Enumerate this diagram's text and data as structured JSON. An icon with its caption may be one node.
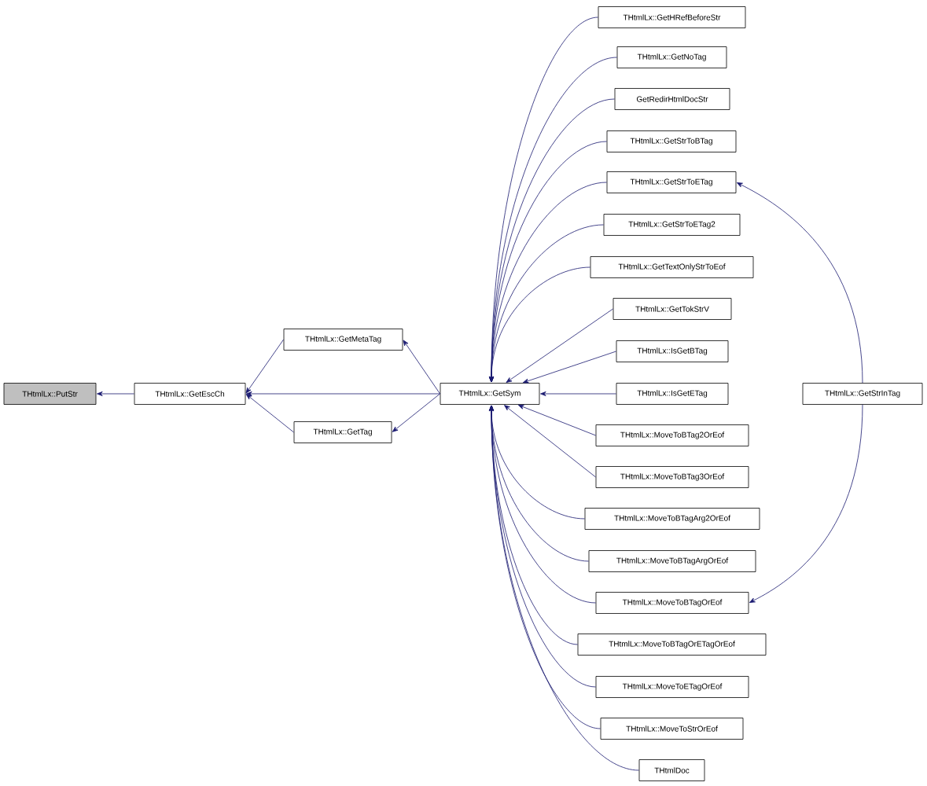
{
  "diagram": {
    "nodes": [
      {
        "text": [
          "THtmlLx::PutStr"
        ]
      },
      {
        "text": [
          "THtmlLx::GetEscCh"
        ]
      },
      {
        "text": [
          "THtmlLx::GetMetaTag"
        ]
      },
      {
        "text": [
          "THtmlLx::GetTag"
        ]
      },
      {
        "text": [
          "THtmlLx::GetSym"
        ]
      },
      {
        "text": [
          "THtmlLx::GetHRefBeforeStr"
        ]
      },
      {
        "text": [
          "THtmlLx::GetNoTag"
        ]
      },
      {
        "text": [
          "GetRedirHtmlDocStr"
        ]
      },
      {
        "text": [
          "THtmlLx::GetStrToBTag"
        ]
      },
      {
        "text": [
          "THtmlLx::GetStrToETag"
        ]
      },
      {
        "text": [
          "THtmlLx::GetStrToETag2"
        ]
      },
      {
        "text": [
          "THtmlLx::GetTextOnlyStrToEof"
        ]
      },
      {
        "text": [
          "THtmlLx::GetTokStrV"
        ]
      },
      {
        "text": [
          "THtmlLx::IsGetBTag"
        ]
      },
      {
        "text": [
          "THtmlLx::IsGetETag"
        ]
      },
      {
        "text": [
          "THtmlLx::MoveToBTag2OrEof"
        ]
      },
      {
        "text": [
          "THtmlLx::MoveToBTag3OrEof"
        ]
      },
      {
        "text": [
          "THtmlLx::MoveToBTagArg2OrEof"
        ]
      },
      {
        "text": [
          "THtmlLx::MoveToBTagArgOrEof"
        ]
      },
      {
        "text": [
          "THtmlLx::MoveToBTagOrEof"
        ]
      },
      {
        "text": [
          "THtmlLx::MoveToBTagOrETagOrEof"
        ]
      },
      {
        "text": [
          "THtmlLx::MoveToETagOrEof"
        ]
      },
      {
        "text": [
          "THtmlLx::MoveToStrOrEof"
        ]
      },
      {
        "text": [
          "THtmlDoc"
        ]
      },
      {
        "text": [
          "THtmlLx::GetStrInTag"
        ]
      }
    ],
    "edges": [
      {
        "from": 1,
        "to": 0,
        "arrow": "to"
      },
      {
        "from": 2,
        "to": 1,
        "arrow": "to"
      },
      {
        "from": 3,
        "to": 1,
        "arrow": "to"
      },
      {
        "from": 4,
        "to": 1,
        "arrow": "to"
      },
      {
        "from": 4,
        "to": 2,
        "arrow": "to"
      },
      {
        "from": 4,
        "to": 3,
        "arrow": "to"
      },
      {
        "from": 5,
        "to": 4,
        "arrow": "to"
      },
      {
        "from": 6,
        "to": 4,
        "arrow": "to"
      },
      {
        "from": 7,
        "to": 4,
        "arrow": "to"
      },
      {
        "from": 8,
        "to": 4,
        "arrow": "to"
      },
      {
        "from": 9,
        "to": 4,
        "arrow": "to"
      },
      {
        "from": 10,
        "to": 4,
        "arrow": "to"
      },
      {
        "from": 11,
        "to": 4,
        "arrow": "to"
      },
      {
        "from": 12,
        "to": 4,
        "arrow": "to"
      },
      {
        "from": 13,
        "to": 4,
        "arrow": "to"
      },
      {
        "from": 14,
        "to": 4,
        "arrow": "to"
      },
      {
        "from": 15,
        "to": 4,
        "arrow": "to"
      },
      {
        "from": 16,
        "to": 4,
        "arrow": "to"
      },
      {
        "from": 17,
        "to": 4,
        "arrow": "to"
      },
      {
        "from": 18,
        "to": 4,
        "arrow": "to"
      },
      {
        "from": 19,
        "to": 4,
        "arrow": "to"
      },
      {
        "from": 20,
        "to": 4,
        "arrow": "to"
      },
      {
        "from": 21,
        "to": 4,
        "arrow": "to"
      },
      {
        "from": 22,
        "to": 4,
        "arrow": "to"
      },
      {
        "from": 23,
        "to": 4,
        "arrow": "to"
      },
      {
        "from": 24,
        "to": 9,
        "arrow": "to"
      },
      {
        "from": 24,
        "to": 19,
        "arrow": "to"
      }
    ]
  }
}
